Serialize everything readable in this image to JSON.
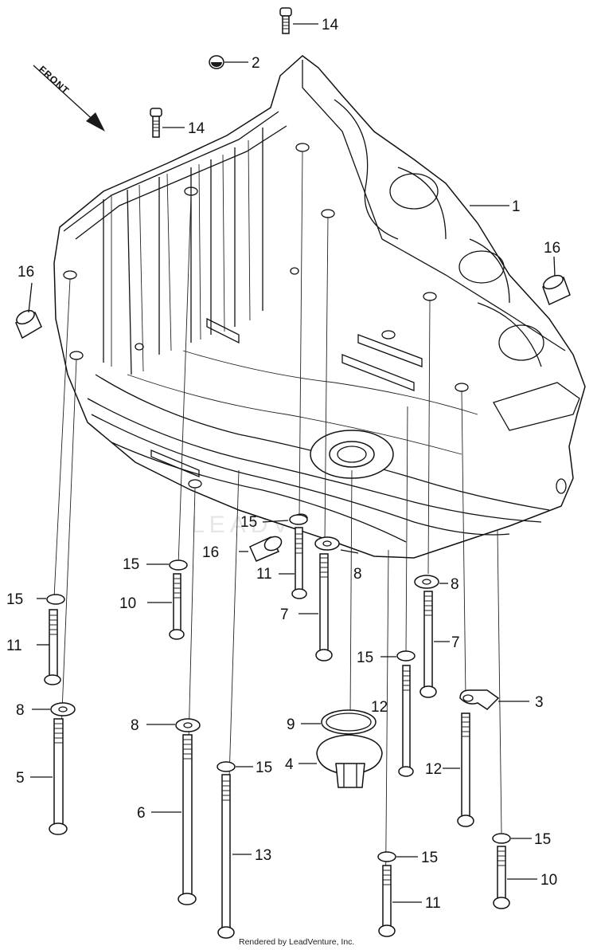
{
  "front_label": "FRONT",
  "watermark": "LEADVENTURE",
  "credit": "Rendered by LeadVenture, Inc.",
  "callouts": [
    {
      "id": "c14a",
      "text": "14"
    },
    {
      "id": "c2",
      "text": "2"
    },
    {
      "id": "c14b",
      "text": "14"
    },
    {
      "id": "c1",
      "text": "1"
    },
    {
      "id": "c16a",
      "text": "16"
    },
    {
      "id": "c16b",
      "text": "16"
    },
    {
      "id": "c15a",
      "text": "15"
    },
    {
      "id": "c16c",
      "text": "16"
    },
    {
      "id": "c15b",
      "text": "15"
    },
    {
      "id": "c11a",
      "text": "11"
    },
    {
      "id": "c8a",
      "text": "8"
    },
    {
      "id": "c10a",
      "text": "10"
    },
    {
      "id": "c15c",
      "text": "15"
    },
    {
      "id": "c7a",
      "text": "7"
    },
    {
      "id": "c8b",
      "text": "8"
    },
    {
      "id": "c11b",
      "text": "11"
    },
    {
      "id": "c7b",
      "text": "7"
    },
    {
      "id": "c15d",
      "text": "15"
    },
    {
      "id": "c8c",
      "text": "8"
    },
    {
      "id": "c12a",
      "text": "12"
    },
    {
      "id": "c3",
      "text": "3"
    },
    {
      "id": "c9",
      "text": "9"
    },
    {
      "id": "c8d",
      "text": "8"
    },
    {
      "id": "c5",
      "text": "5"
    },
    {
      "id": "c4",
      "text": "4"
    },
    {
      "id": "c15e",
      "text": "15"
    },
    {
      "id": "c12b",
      "text": "12"
    },
    {
      "id": "c6",
      "text": "6"
    },
    {
      "id": "c15f",
      "text": "15"
    },
    {
      "id": "c13",
      "text": "13"
    },
    {
      "id": "c15g",
      "text": "15"
    },
    {
      "id": "c10b",
      "text": "10"
    },
    {
      "id": "c11c",
      "text": "11"
    }
  ]
}
